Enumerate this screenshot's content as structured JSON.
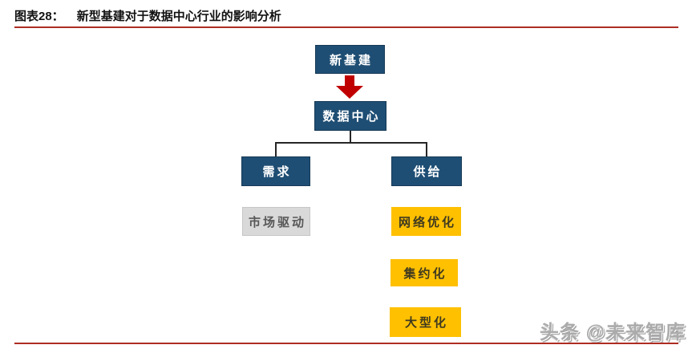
{
  "header": {
    "figure_label": "图表28：",
    "figure_title": "新型基建对于数据中心行业的影响分析"
  },
  "diagram": {
    "root": {
      "label": "新基建"
    },
    "center": {
      "label": "数据中心"
    },
    "demand": {
      "label": "需求",
      "items": [
        "市场驱动"
      ]
    },
    "supply": {
      "label": "供给",
      "items": [
        "网络优化",
        "集约化",
        "大型化"
      ]
    }
  },
  "watermark": {
    "text": "头条 @未来智库"
  },
  "colors": {
    "node_blue": "#1F4E74",
    "node_yellow": "#FFC000",
    "node_gray": "#D9D9D9",
    "arrow_red": "#C00000",
    "rule_red": "#AE2D22",
    "connector": "#262626"
  }
}
